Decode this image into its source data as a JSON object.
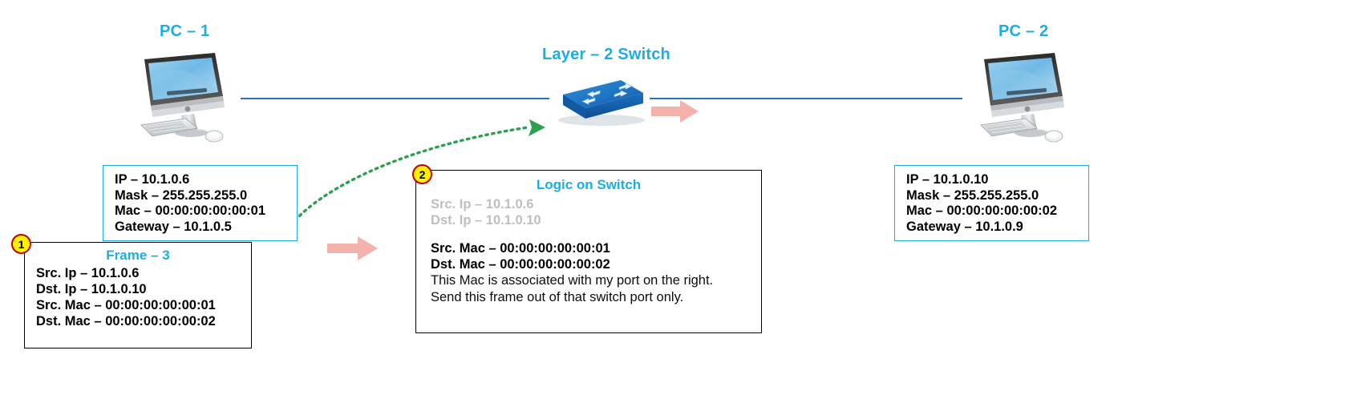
{
  "nodes": {
    "pc1_title": "PC – 1",
    "switch_title": "Layer – 2 Switch",
    "pc2_title": "PC – 2"
  },
  "pc1_box": {
    "lines": [
      "IP – 10.1.0.6",
      "Mask – 255.255.255.0",
      "Mac – 00:00:00:00:00:01",
      "Gateway – 10.1.0.5"
    ]
  },
  "pc2_box": {
    "lines": [
      "IP – 10.1.0.10",
      "Mask – 255.255.255.0",
      "Mac – 00:00:00:00:00:02",
      "Gateway – 10.1.0.9"
    ]
  },
  "frame_box": {
    "badge": "1",
    "heading": "Frame – 3",
    "lines": [
      "Src. Ip – 10.1.0.6",
      "Dst. Ip – 10.1.0.10",
      "Src. Mac – 00:00:00:00:00:01",
      "Dst. Mac – 00:00:00:00:00:02"
    ]
  },
  "logic_box": {
    "badge": "2",
    "heading": "Logic on Switch",
    "muted_lines": [
      "Src. Ip – 10.1.0.6",
      "Dst. Ip – 10.1.0.10"
    ],
    "mac_lines": [
      "Src. Mac – 00:00:00:00:00:01",
      "Dst. Mac – 00:00:00:00:00:02"
    ],
    "note_lines": [
      "This Mac is associated with my port on the right.",
      "Send this frame out of that switch port only."
    ]
  },
  "colors": {
    "accent_cyan": "#1CADE4",
    "wire_blue": "#2E74B5",
    "badge_yellow": "#FFF200",
    "badge_border_red": "#C00000",
    "pink_arrow": "#F4B6B0",
    "green_dotted": "#2E9E4F",
    "muted_gray": "#BFBFBF"
  },
  "icons": {
    "pc1": "desktop-computer-icon",
    "pc2": "desktop-computer-icon",
    "switch": "network-switch-icon",
    "arrow_switch_right": "pink-block-arrow-right-icon",
    "arrow_frame_logic": "pink-block-arrow-right-icon",
    "green_path": "green-dotted-arrow-icon"
  }
}
